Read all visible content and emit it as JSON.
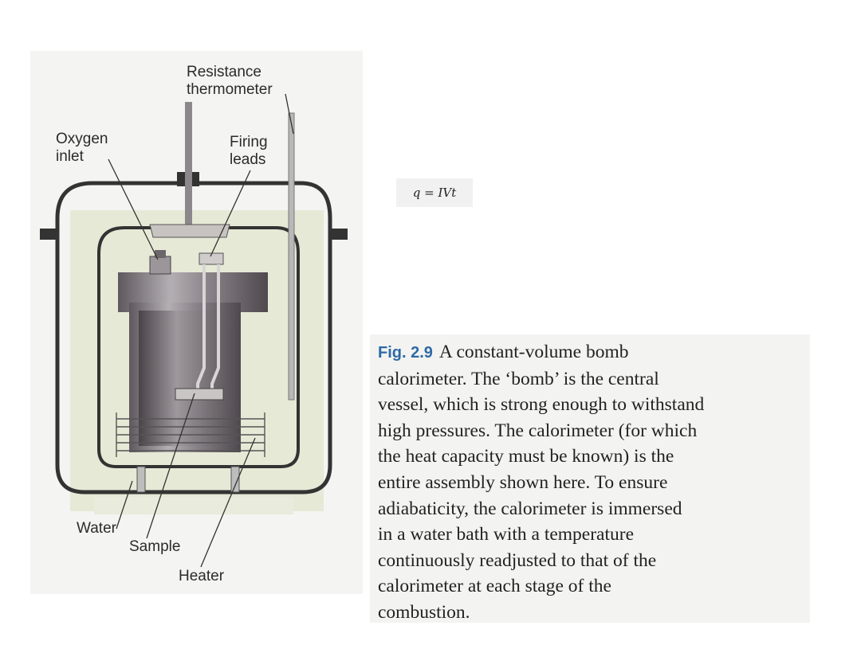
{
  "figure": {
    "labels": {
      "resistance_thermometer_line1": "Resistance",
      "resistance_thermometer_line2": "thermometer",
      "oxygen_inlet_line1": "Oxygen",
      "oxygen_inlet_line2": "inlet",
      "firing_leads_line1": "Firing",
      "firing_leads_line2": "leads",
      "water": "Water",
      "sample": "Sample",
      "heater": "Heater"
    },
    "colors": {
      "water_bath": "#e6e9d6",
      "vessel_outline": "#333333",
      "bomb_metal": "#7d767c",
      "fig_number": "#2e6aa6"
    }
  },
  "formula": "q = IVt",
  "caption": {
    "fig_number": "Fig. 2.9",
    "lines": [
      "A constant-volume bomb",
      "calorimeter. The ‘bomb’ is the central",
      "vessel, which is strong enough to withstand",
      "high pressures. The calorimeter (for which",
      "the heat capacity must be known) is the",
      "entire assembly shown here. To ensure",
      "adiabaticity, the calorimeter is immersed",
      "in a water bath with a temperature",
      "continuously readjusted to that of the",
      "calorimeter at each stage of the",
      "combustion."
    ]
  }
}
